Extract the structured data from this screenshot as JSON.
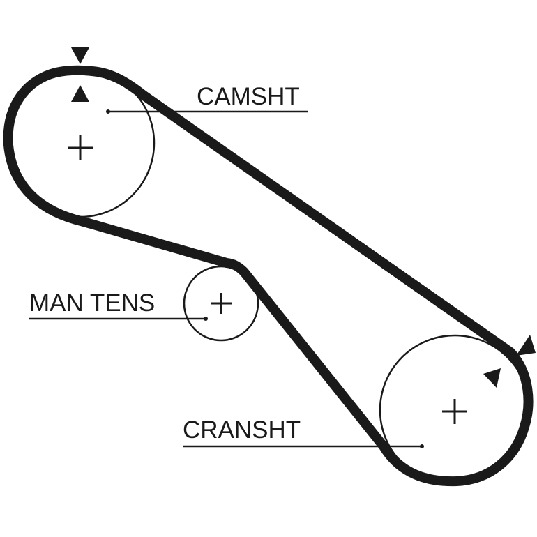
{
  "labels": {
    "camshaft": "CAMSHT",
    "manual_tensioner": "MAN TENS",
    "crankshaft": "CRANSHT"
  },
  "colors": {
    "belt": "#1a1a1a",
    "pulley_outline": "#1a1a1a",
    "background": "#ffffff"
  },
  "icons": {
    "pulley_center": "plus",
    "timing_mark": "triangle-arrow"
  }
}
